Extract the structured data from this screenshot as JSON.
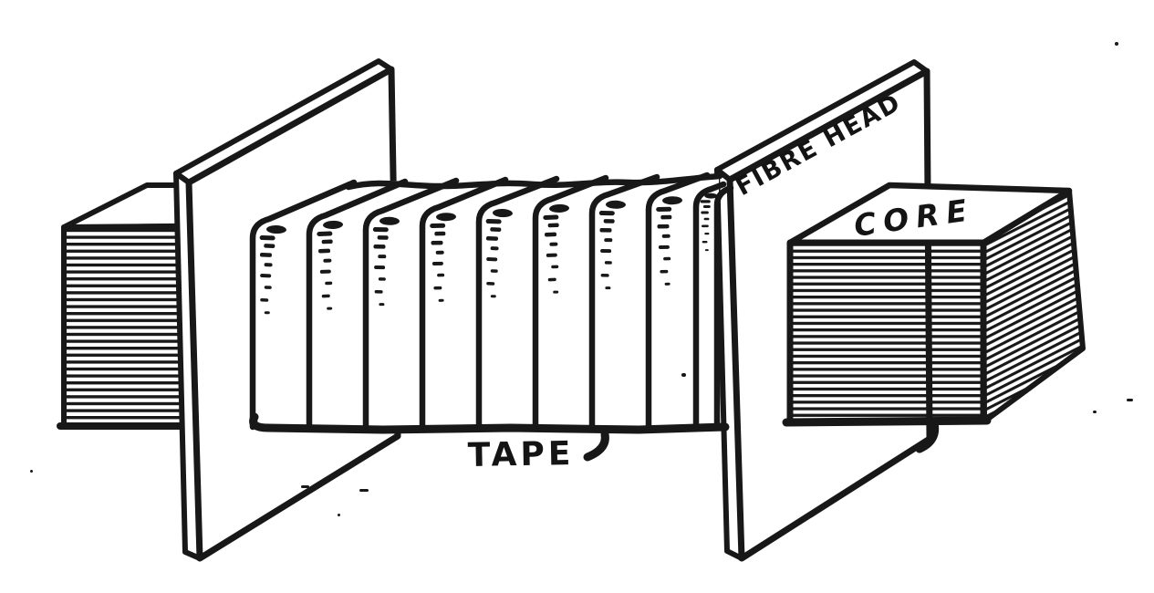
{
  "figure": {
    "style": "black ink engraving on white paper",
    "subject": "taped coil winding on a laminated core fitted with fibre head end boards",
    "ink_color": "#181818",
    "paper_color": "#ffffff",
    "tape_segments_visible": 9,
    "labels": {
      "fibre_head": "FIBRE HEAD",
      "core": "CORE",
      "tape": "TAPE"
    }
  }
}
